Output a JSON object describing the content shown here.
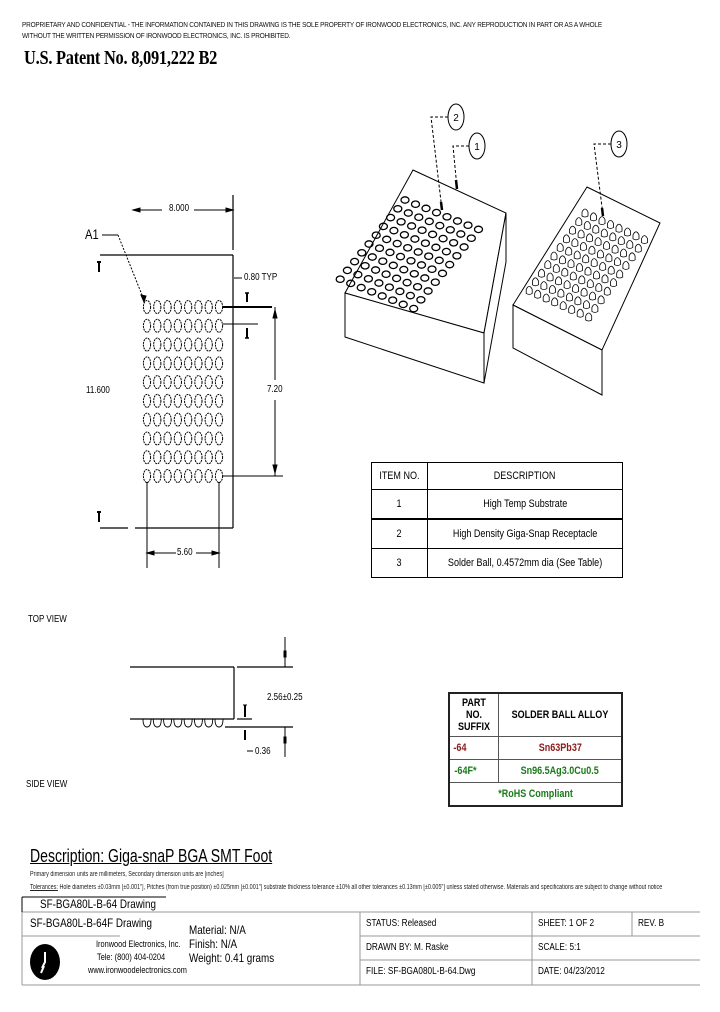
{
  "header": {
    "confidential_line1": "PROPRIETARY AND CONFIDENTIAL - THE INFORMATION CONTAINED IN THIS DRAWING IS THE SOLE PROPERTY OF IRONWOOD ELECTRONICS, INC. ANY REPRODUCTION IN PART OR AS A WHOLE",
    "confidential_line2": "WITHOUT THE WRITTEN PERMISSION OF IRONWOOD ELECTRONICS, INC. IS PROHIBITED.",
    "patent": "U.S. Patent No. 8,091,222 B2"
  },
  "top_view": {
    "label": "TOP VIEW",
    "pin_a1_label": "A1",
    "width_dim": "8.000",
    "pitch_dim": "0.80 TYP",
    "height_dim": "11.600",
    "row_span_dim": "7.20",
    "col_span_dim": "5.60",
    "grid": {
      "columns": 8,
      "rows": 10
    }
  },
  "side_view": {
    "label": "SIDE VIEW",
    "height_dim": "2.56±0.25",
    "ball_dim": "0.36"
  },
  "iso_views": {
    "callouts": [
      "2",
      "1",
      "3"
    ]
  },
  "item_table": {
    "headers": [
      "ITEM NO.",
      "DESCRIPTION"
    ],
    "rows": [
      {
        "item": "1",
        "description": "High Temp Substrate"
      },
      {
        "item": "2",
        "description": "High Density Giga-Snap Receptacle"
      },
      {
        "item": "3",
        "description": "Solder Ball, 0.4572mm dia (See Table)"
      }
    ]
  },
  "alloy_table": {
    "headers": [
      "PART NO. SUFFIX",
      "SOLDER BALL ALLOY"
    ],
    "rows": [
      {
        "suffix": "-64",
        "alloy": "Sn63Pb37",
        "color": "#8b1a1a"
      },
      {
        "suffix": "-64F*",
        "alloy": "Sn96.5Ag3.0Cu0.5",
        "color": "#1a7a1a"
      }
    ],
    "footnote": "*RoHS Compliant",
    "footnote_color": "#1a7a1a"
  },
  "description": {
    "title": "Description: Giga-snaP BGA SMT Foot",
    "units_note": "Primary dimension units are millimeters, Secondary dimension units are [inches]",
    "tolerance_label": "Tolerances:",
    "tolerance_note": "Hole diameters ±0.03mm [±0.001\"], Pitches (from true position) ±0.025mm [±0.001\"] substrate thickness tolerance ±10% all other tolerances ±0.13mm [±0.005\"] unless stated otherwise. Materials and specifications are subject to change without notice"
  },
  "title_block": {
    "drawing1": "SF-BGA80L-B-64 Drawing",
    "drawing2": "SF-BGA80L-B-64F Drawing",
    "company": "Ironwood Electronics, Inc.",
    "tele": "Tele: (800) 404-0204",
    "web": "www.ironwoodelectronics.com",
    "material": "Material: N/A",
    "finish": "Finish: N/A",
    "weight": "Weight: 0.41 grams",
    "status": "STATUS: Released",
    "sheet": "SHEET: 1 OF 2",
    "rev": "REV. B",
    "drawn_by": "DRAWN BY: M. Raske",
    "scale": "SCALE: 5:1",
    "file": "FILE: SF-BGA080L-B-64.Dwg",
    "date": "DATE: 04/23/2012"
  }
}
